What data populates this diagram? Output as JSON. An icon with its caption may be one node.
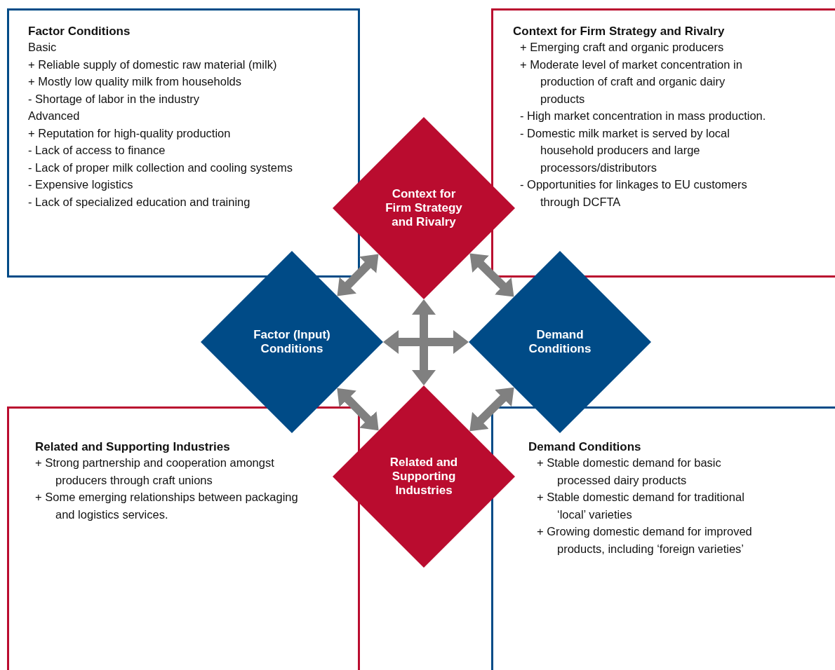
{
  "diagram": {
    "nodes": [
      {
        "text": [
          "Factor Conditions",
          "Basic",
          "+ Reliable supply of domestic raw material (milk)",
          "+ Mostly low quality milk from households",
          "- Shortage of labor in the industry",
          "Advanced",
          "+ Reputation for high-quality production",
          "- Lack of access to finance",
          "- Lack of proper milk collection and cooling systems",
          "- Expensive logistics",
          "- Lack of specialized education and training"
        ]
      },
      {
        "text": [
          "Context for Firm Strategy and Rivalry",
          "+ Emerging craft and organic producers",
          "+ Moderate level of market concentration in production of craft and organic dairy products",
          "- High market concentration in mass production.",
          "- Domestic milk market is served by local household producers and large processors/distributors",
          "- Opportunities for linkages to EU customers through DCFTA"
        ]
      },
      {
        "text": [
          "Context for Firm Strategy and Rivalry"
        ]
      },
      {
        "text": [
          "Factor (Input) Conditions"
        ]
      },
      {
        "text": [
          "Demand Conditions"
        ]
      },
      {
        "text": [
          "Related and Supporting Industries"
        ]
      },
      {
        "text": [
          "Related and Supporting Industries",
          "+ Strong partnership and cooperation amongst producers through craft unions",
          "+ Some emerging relationships between packaging and logistics services."
        ]
      },
      {
        "text": [
          "Demand Conditions",
          "+ Stable domestic demand for basic processed dairy products",
          "+ Stable domestic demand for traditional ‘local’ varieties",
          "+ Growing domestic demand for improved products, including ‘foreign varieties’"
        ]
      }
    ],
    "edges": [
      {
        "from": 3,
        "to": 2,
        "arrow": "both"
      },
      {
        "from": 2,
        "to": 4,
        "arrow": "both"
      },
      {
        "from": 3,
        "to": 5,
        "arrow": "both"
      },
      {
        "from": 5,
        "to": 4,
        "arrow": "both"
      },
      {
        "from": 2,
        "to": 5,
        "arrow": "both"
      },
      {
        "from": 3,
        "to": 4,
        "arrow": "both"
      }
    ]
  }
}
